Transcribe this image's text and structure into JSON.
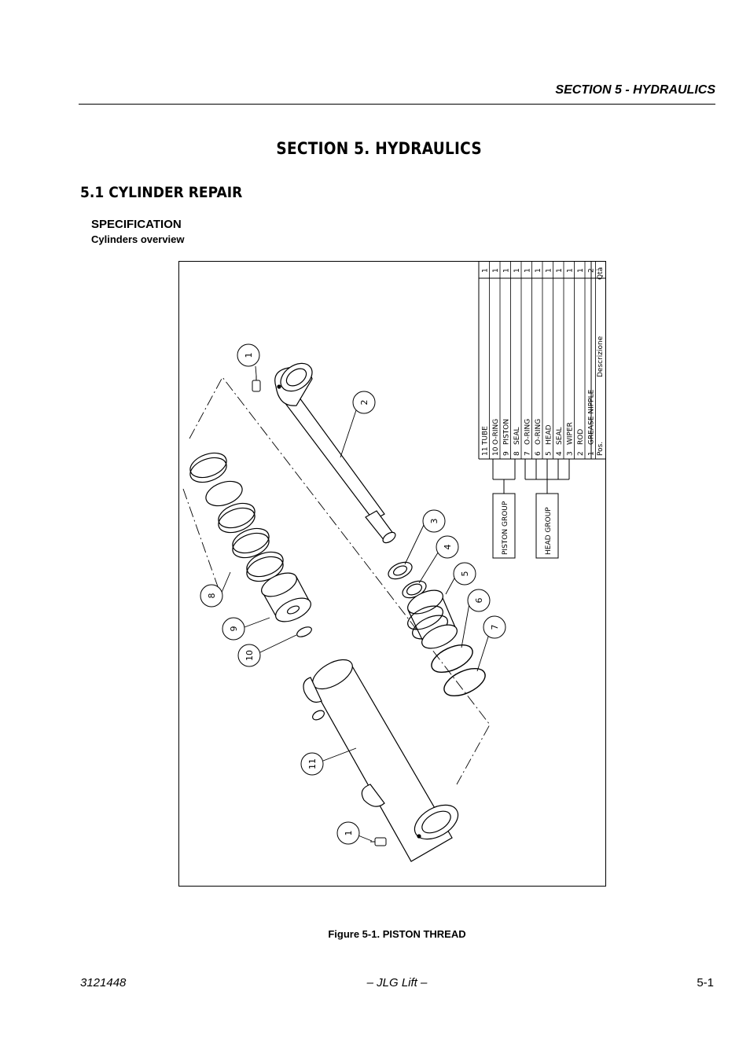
{
  "header": {
    "title": "SECTION 5 - HYDRAULICS"
  },
  "section_title": "SECTION 5.  HYDRAULICS",
  "subsection_title": "5.1   CYLINDER REPAIR",
  "specification_heading": "SPECIFICATION",
  "overview_heading": "Cylinders overview",
  "figure": {
    "caption": "Figure 5-1.  PISTON THREAD",
    "parts_table": {
      "rows": [
        {
          "pos": "11",
          "desc": "TUBE",
          "qty": "1"
        },
        {
          "pos": "10",
          "desc": "O-RING",
          "qty": "1"
        },
        {
          "pos": "9",
          "desc": "PISTON",
          "qty": "1"
        },
        {
          "pos": "8",
          "desc": "SEAL",
          "qty": "1"
        },
        {
          "pos": "7",
          "desc": "O-RING",
          "qty": "1"
        },
        {
          "pos": "6",
          "desc": "O-RING",
          "qty": "1"
        },
        {
          "pos": "5",
          "desc": "HEAD",
          "qty": "1"
        },
        {
          "pos": "4",
          "desc": "SEAL",
          "qty": "1"
        },
        {
          "pos": "3",
          "desc": "WIPER",
          "qty": "1"
        },
        {
          "pos": "2",
          "desc": "ROD",
          "qty": "1"
        },
        {
          "pos": "1",
          "desc": "GREASE NIPPLE",
          "qty": "2"
        }
      ],
      "pos_header": "Pos.",
      "desc_header": "Descrizione",
      "qty_header": "Qtà"
    },
    "groups": {
      "piston": "PISTON GROUP",
      "head": "HEAD GROUP"
    },
    "callouts": [
      "1",
      "2",
      "3",
      "4",
      "5",
      "6",
      "7",
      "8",
      "9",
      "10",
      "11",
      "1"
    ]
  },
  "footer": {
    "doc_number": "3121448",
    "publisher": "– JLG Lift –",
    "page": "5-1"
  }
}
